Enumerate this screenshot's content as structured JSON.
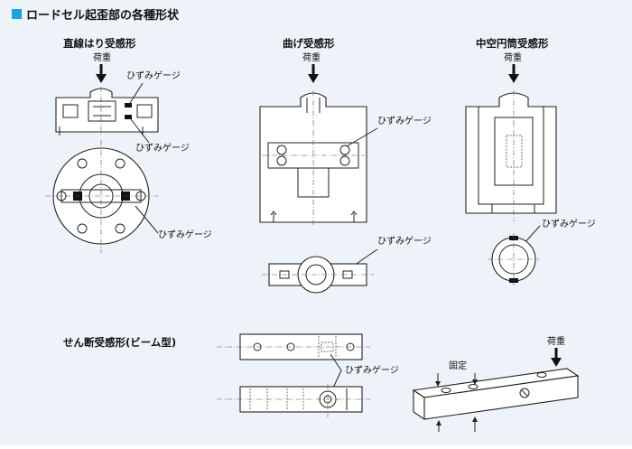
{
  "title": "ロードセル起歪部の各種形状",
  "colors": {
    "accent": "#1aa3dd",
    "background": "#eef3f9",
    "line": "#222222"
  },
  "sections": {
    "beam": {
      "title": "直線はり受感形",
      "load_label": "荷重",
      "gauge_label_1": "ひずみゲージ",
      "gauge_label_2": "ひずみゲージ",
      "gauge_label_3": "ひずみゲージ"
    },
    "bending": {
      "title": "曲げ受感形",
      "load_label": "荷重",
      "gauge_label_1": "ひずみゲージ",
      "gauge_label_2": "ひずみゲージ"
    },
    "hollow": {
      "title": "中空円筒受感形",
      "load_label": "荷重",
      "gauge_label": "ひずみゲージ"
    },
    "shear": {
      "title": "せん断受感形(ビーム型)",
      "gauge_label": "ひずみゲージ",
      "fixed_label": "固定",
      "load_label": "荷重"
    }
  }
}
